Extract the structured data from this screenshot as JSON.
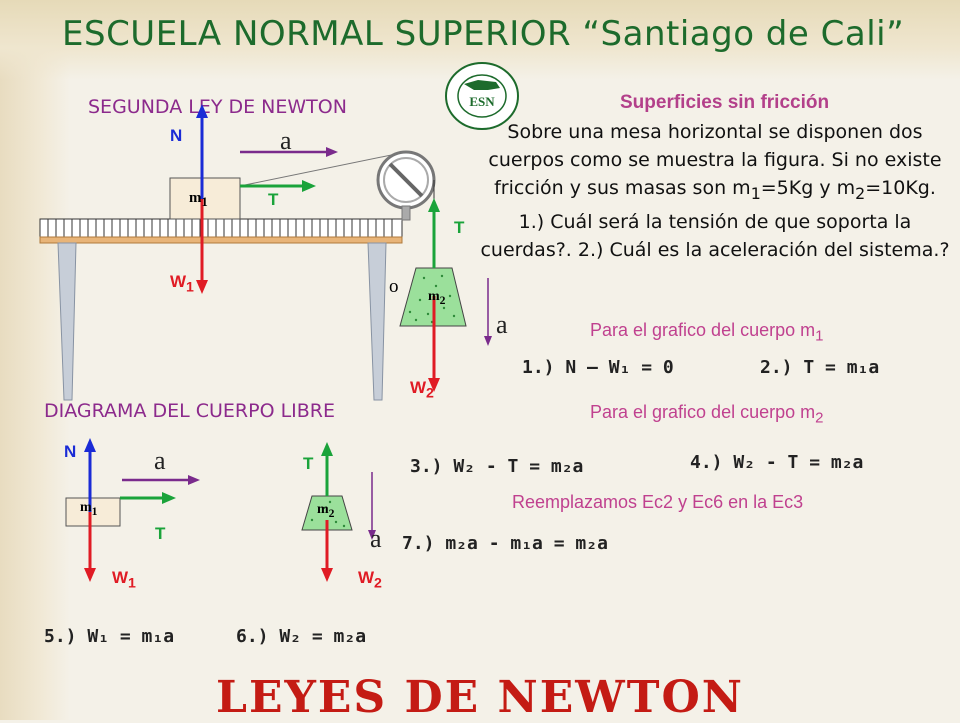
{
  "header": {
    "school_title": "ESCUELA NORMAL SUPERIOR “Santiago de Cali”",
    "seal_text": "ESN"
  },
  "left": {
    "section_top": "SEGUNDA LEY DE NEWTON",
    "section_bottom": "DIAGRAMA DEL CUERPO LIBRE"
  },
  "diagram1": {
    "N": "N",
    "a": "a",
    "T1": "T",
    "T2": "T",
    "W1": "W",
    "W1_sub": "1",
    "m1": "m",
    "m1_sub": "1",
    "m2": "m",
    "m2_sub": "2",
    "W2": "W",
    "W2_sub": "2",
    "o": "o",
    "a2": "a"
  },
  "diagram2": {
    "N": "N",
    "a": "a",
    "T1": "T",
    "W1": "W",
    "W1_sub": "1",
    "m1": "m",
    "m1_sub": "1",
    "T2": "T",
    "m2": "m",
    "m2_sub": "2",
    "a2": "a",
    "W2": "W",
    "W2_sub": "2"
  },
  "problem": {
    "title": "Superficies sin fricción",
    "text_1": "Sobre una mesa horizontal se disponen dos cuerpos como se muestra la figura. Si no existe fricción y sus masas son m",
    "sub_1": "1",
    "text_2": "=5Kg y m",
    "sub_2": "2",
    "text_3": "=10Kg. 1.) Cuál será la tensión de que soporta la cuerdas?. 2.) Cuál es la aceleración del sistema.?"
  },
  "notes": {
    "body1": "Para el grafico del cuerpo m",
    "body1_sub": "1",
    "body2": "Para el grafico del cuerpo m",
    "body2_sub": "2",
    "replace": "Reemplazamos Ec2 y Ec6 en la Ec3"
  },
  "equations": {
    "eq1": "1.) N – W₁ = 0",
    "eq2": "2.) T = m₁a",
    "eq3": "3.) W₂ - T = m₂a",
    "eq4": "4.) W₂ - T = m₂a",
    "eq5": "5.) W₁ = m₁a",
    "eq6": "6.) W₂ = m₂a",
    "eq7": "7.) m₂a - m₁a  = m₂a"
  },
  "footer": {
    "title": "Leyes de Newton"
  },
  "colors": {
    "title_green": "#1d6b2c",
    "heading_purple": "#8c2a8c",
    "pink": "#c0418f",
    "footer_red": "#c41b14"
  }
}
